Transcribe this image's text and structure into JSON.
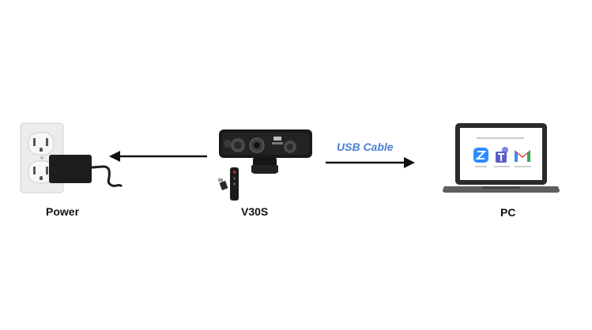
{
  "labels": {
    "power": "Power",
    "device": "V30S",
    "pc": "PC",
    "cable": "USB Cable"
  },
  "colors": {
    "cable_text": "#4a7fd4",
    "arrow": "#111111",
    "outlet": "#e9e9e9",
    "adapter": "#1d1d1d",
    "camera": "#1a1a1a",
    "laptop": "#2a2a2a",
    "zoom": "#2d8cff",
    "teams": "#5b5fc7"
  },
  "icons": {
    "outlet": "wall-outlet-icon",
    "adapter": "power-adapter-icon",
    "camera": "webcam-soundbar-icon",
    "remote": "remote-control-icon",
    "laptop": "laptop-icon",
    "apps": [
      "zoom-icon",
      "teams-icon",
      "gmail-icon"
    ]
  }
}
